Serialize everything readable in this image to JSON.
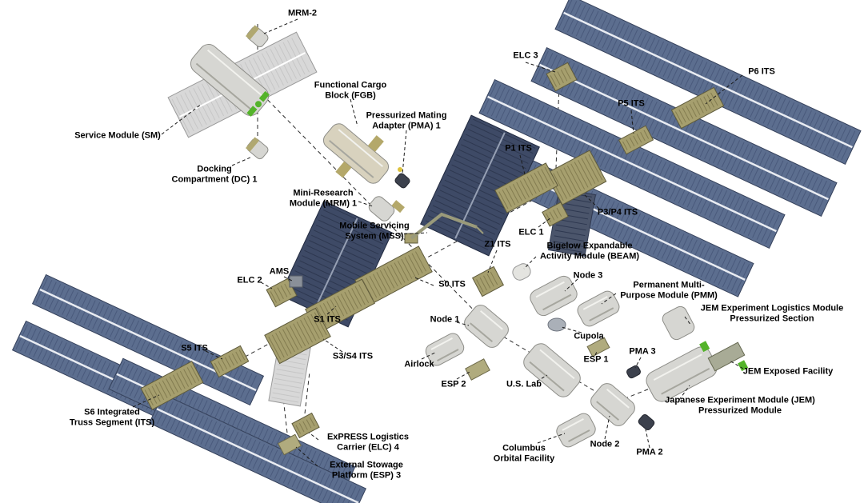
{
  "labels": {
    "mrm2": "MRM-2",
    "fgb": "Functional Cargo\nBlock (FGB)",
    "pma1": "Pressurized Mating\nAdapter (PMA) 1",
    "sm": "Service Module (SM)",
    "dc1": "Docking\nCompartment (DC) 1",
    "mrm1": "Mini-Research\nModule (MRM) 1",
    "mss": "Mobile Servicing\nSystem (MSS)",
    "elc3": "ELC 3",
    "p5": "P5 ITS",
    "p6": "P6 ITS",
    "p1": "P1 ITS",
    "p3p4": "P3/P4 ITS",
    "elc1": "ELC 1",
    "z1": "Z1 ITS",
    "beam": "Bigelow Expandable\nActivity Module (BEAM)",
    "node3": "Node 3",
    "pmm": "Permanent Multi-\nPurpose Module (PMM)",
    "jem_elm": "JEM Experiment Logistics Module\nPressurized Section",
    "s0": "S0 ITS",
    "node1": "Node 1",
    "cupola": "Cupola",
    "elc2": "ELC 2",
    "ams": "AMS",
    "s1": "S1 ITS",
    "s5": "S5 ITS",
    "s3s4": "S3/S4 ITS",
    "airlock": "Airlock",
    "esp2": "ESP 2",
    "uslab": "U.S. Lab",
    "esp1": "ESP 1",
    "pma3": "PMA 3",
    "jem_ef": "JEM Exposed Facility",
    "jem_pm": "Japanese Experiment Module (JEM)\nPressurized Module",
    "s6": "S6 Integrated\nTruss Segment (ITS)",
    "elc4": "ExPRESS Logistics\nCarrier (ELC) 4",
    "esp3": "External Stowage\nPlatform (ESP) 3",
    "columbus": "Columbus\nOrbital Facility",
    "node2": "Node 2",
    "pma2": "PMA 2"
  },
  "colors": {
    "background": "#ffffff",
    "solar_array": "#5c6e8f",
    "solar_array_dark": "#3e4a66",
    "truss": "#a69f6e",
    "module": "#d6d6d2",
    "radiator": "#d8d8d8",
    "radiator_dark": "#4b556b",
    "accent_green": "#54b32a",
    "label_text": "#000000",
    "leader_line": "#1a1a1a"
  }
}
